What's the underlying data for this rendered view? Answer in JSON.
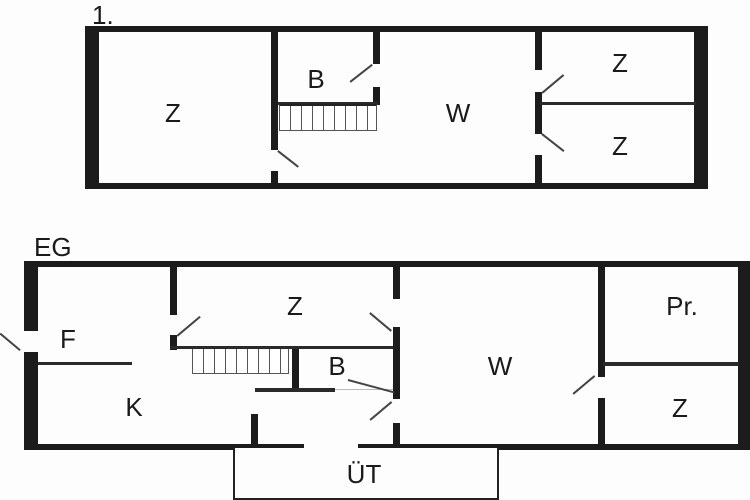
{
  "floors": {
    "upper": {
      "label": "1.",
      "rooms": {
        "z_left": "Z",
        "b": "B",
        "w": "W",
        "z_top_right": "Z",
        "z_bottom_right": "Z"
      }
    },
    "ground": {
      "label": "EG",
      "rooms": {
        "f": "F",
        "k": "K",
        "z_center": "Z",
        "b": "B",
        "w": "W",
        "pr": "Pr.",
        "z_right": "Z",
        "ut": "ÜT"
      }
    }
  }
}
